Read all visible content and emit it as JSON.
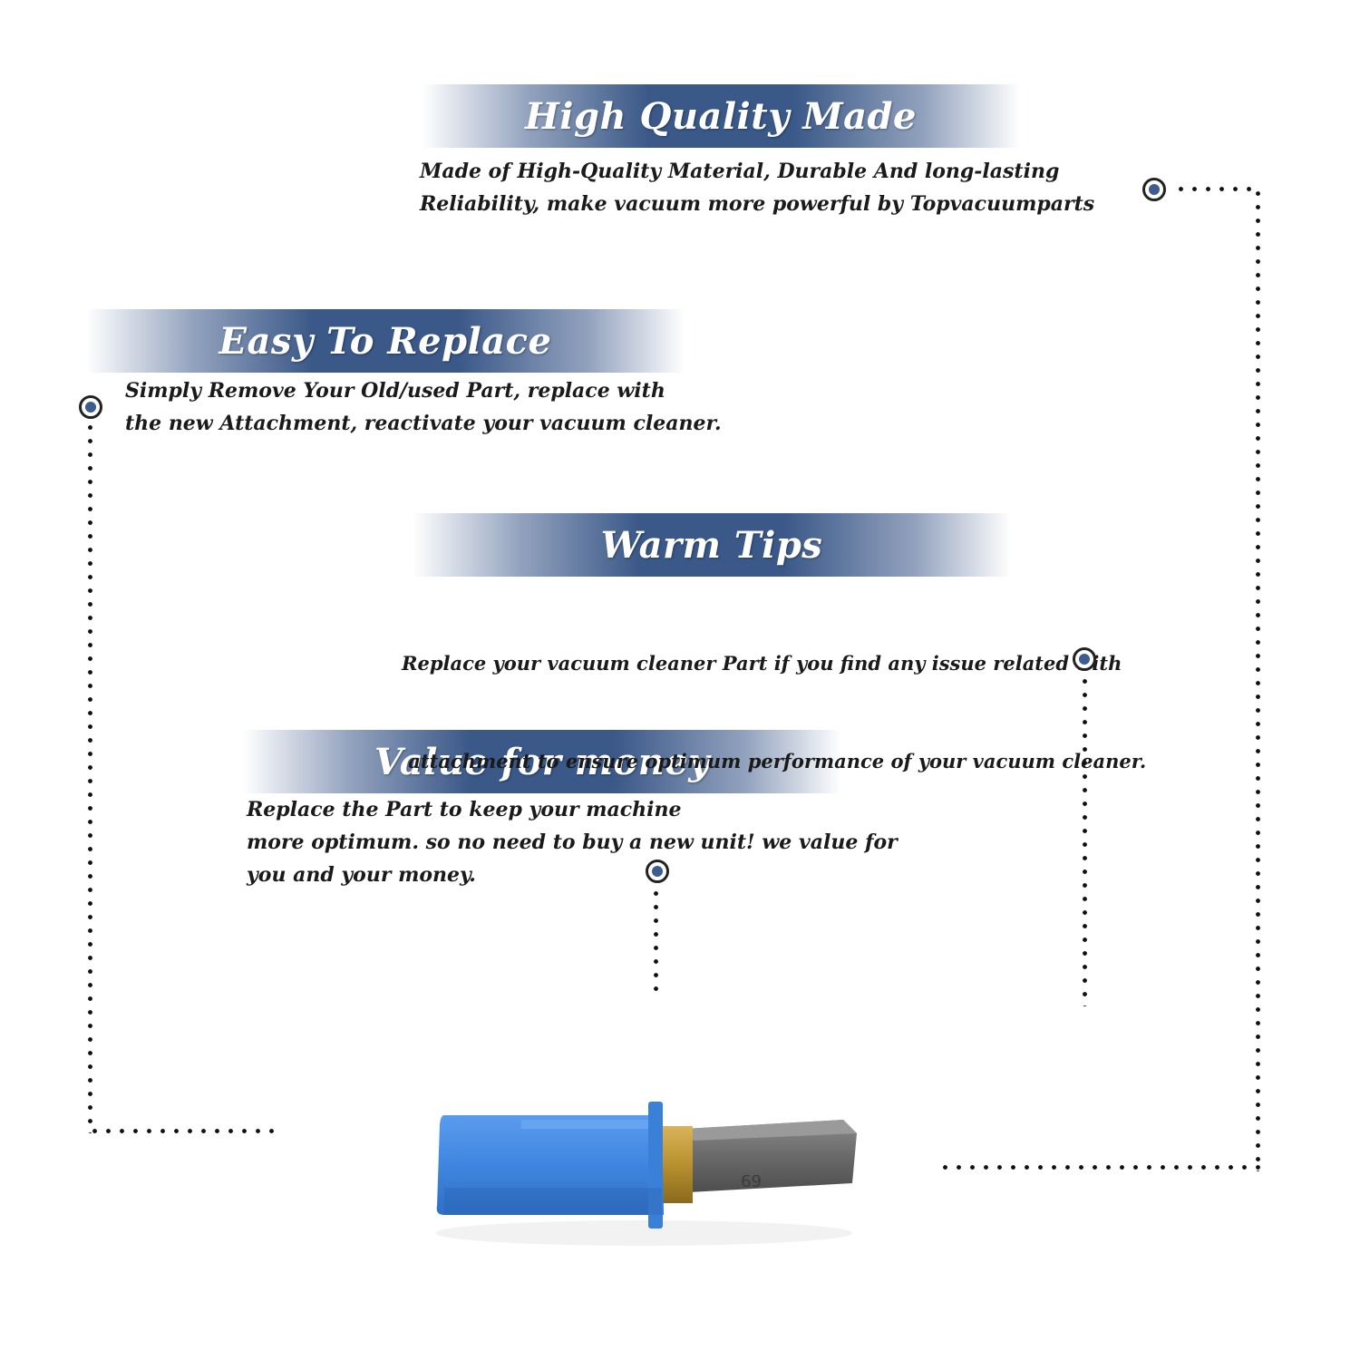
{
  "sections": [
    {
      "title": "High Quality Made",
      "lines": [
        "Made of  High-Quality Material, Durable And long-lasting",
        "Reliability, make vacuum more powerful by Topvacuumparts"
      ]
    },
    {
      "title": "Easy To Replace",
      "lines": [
        "Simply Remove Your Old/used Part, replace with",
        "the new Attachment, reactivate your vacuum cleaner."
      ]
    },
    {
      "title": "Warm Tips",
      "lines": [
        "Replace your vacuum cleaner Part if you find any issue related with",
        " attachment to ensure optimum performance of your vacuum cleaner."
      ]
    },
    {
      "title": "Value for money",
      "lines": [
        "Replace the Part to keep your machine",
        "more optimum. so no need to buy a new unit! we value for",
        "you and your money."
      ]
    }
  ],
  "product": {
    "stamp": "69",
    "colors": {
      "housing": "#3f86e0",
      "collar": "#b8902e",
      "carbon": "#6a6a6a"
    }
  },
  "colors": {
    "banner": "#3a5888",
    "marker": "#3d5c90"
  }
}
